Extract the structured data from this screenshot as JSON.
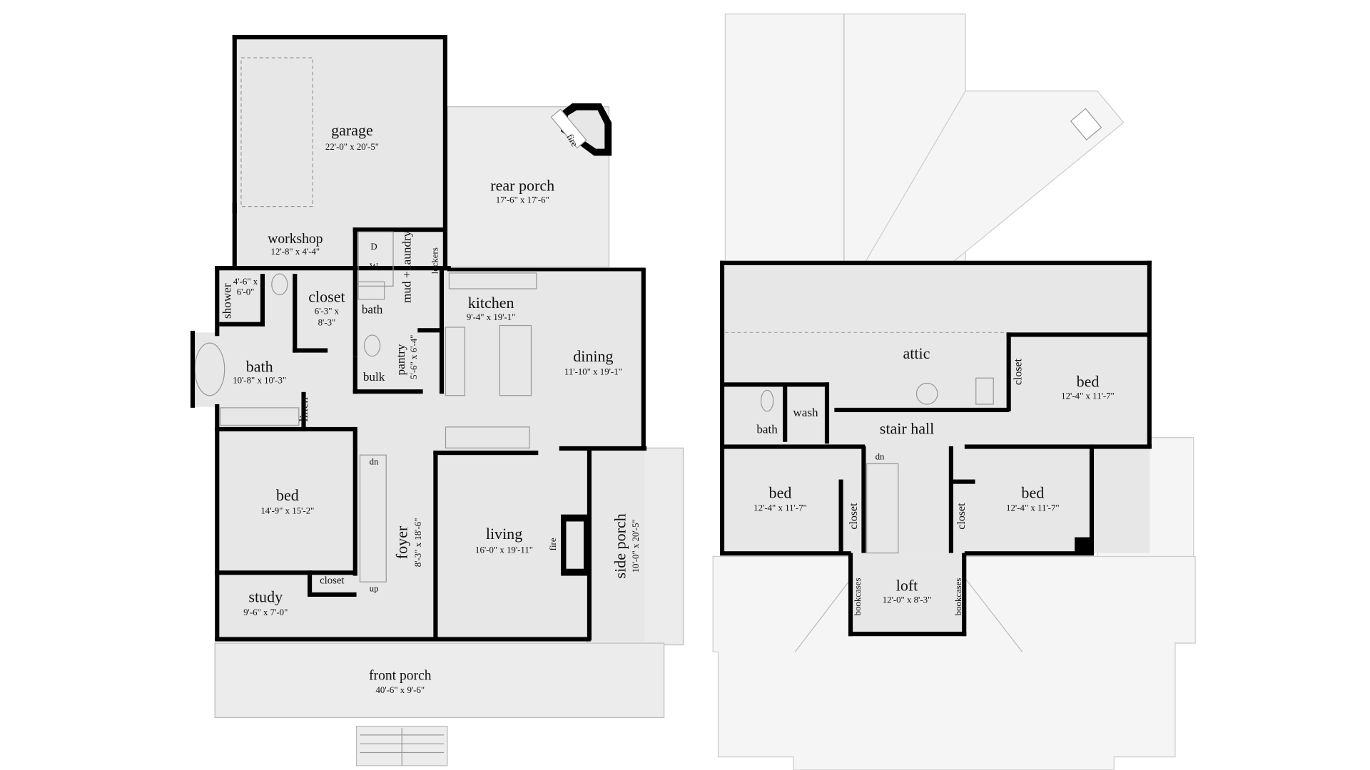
{
  "first_floor": {
    "rooms": {
      "garage": {
        "name": "garage",
        "dims": "22'-0\" x 20'-5\""
      },
      "rear_porch": {
        "name": "rear porch",
        "dims": "17'-6\" x 17'-6\""
      },
      "workshop": {
        "name": "workshop",
        "dims": "12'-8\" x 4'-4\""
      },
      "shower": {
        "name": "shower",
        "dims_1": "4'-6\" x",
        "dims_2": "6'-0\""
      },
      "closet_master": {
        "name": "closet",
        "dims_1": "6'-3\" x",
        "dims_2": "8'-3\""
      },
      "bath_small": {
        "name": "bath"
      },
      "mud_laundry": {
        "name": "mud + laundry"
      },
      "lockers": {
        "name": "lockers"
      },
      "kitchen": {
        "name": "kitchen",
        "dims": "9'-4\" x 19'-1\""
      },
      "dining": {
        "name": "dining",
        "dims": "11'-10\" x 19'-1\""
      },
      "bath_master": {
        "name": "bath",
        "dims": "10'-8\" x 10'-3\""
      },
      "pantry": {
        "name": "pantry",
        "dims": "5'-6\" x 6'-4\""
      },
      "bulk": {
        "name": "bulk"
      },
      "linen": {
        "name": "linen"
      },
      "bed": {
        "name": "bed",
        "dims": "14'-9\" x 15'-2\""
      },
      "foyer": {
        "name": "foyer",
        "dims": "8'-3\" x 18'-6\""
      },
      "living": {
        "name": "living",
        "dims": "16'-0\" x 19'-11\""
      },
      "side_porch": {
        "name": "side porch",
        "dims": "10'-0\" x 20'-5\""
      },
      "study": {
        "name": "study",
        "dims": "9'-6\" x 7'-0\""
      },
      "closet_study": {
        "name": "closet"
      },
      "front_porch": {
        "name": "front porch",
        "dims": "40'-6\" x 9'-6\""
      }
    },
    "labels": {
      "dryer": "D",
      "washer": "W",
      "fire_rear": "fire",
      "fire_living": "fire",
      "stair_dn": "dn",
      "stair_up": "up"
    }
  },
  "second_floor": {
    "rooms": {
      "attic": {
        "name": "attic"
      },
      "bed_ne": {
        "name": "bed",
        "dims": "12'-4\" x 11'-7\""
      },
      "closet_ne": {
        "name": "closet"
      },
      "bath": {
        "name": "bath"
      },
      "wash": {
        "name": "wash"
      },
      "stair_hall": {
        "name": "stair hall"
      },
      "bed_sw": {
        "name": "bed",
        "dims": "12'-4\" x 11'-7\""
      },
      "closet_sw": {
        "name": "closet"
      },
      "bed_se": {
        "name": "bed",
        "dims": "12'-4\" x 11'-7\""
      },
      "closet_se": {
        "name": "closet"
      },
      "loft": {
        "name": "loft",
        "dims": "12'-0\" x 8'-3\""
      },
      "bookcases_left": {
        "name": "bookcases"
      },
      "bookcases_right": {
        "name": "bookcases"
      }
    },
    "labels": {
      "stair_dn": "dn"
    }
  },
  "colors": {
    "wall": "#000000",
    "room_fill": "#e7e7e8",
    "porch_fill": "#ececec",
    "roof_fill": "#f5f5f5"
  }
}
